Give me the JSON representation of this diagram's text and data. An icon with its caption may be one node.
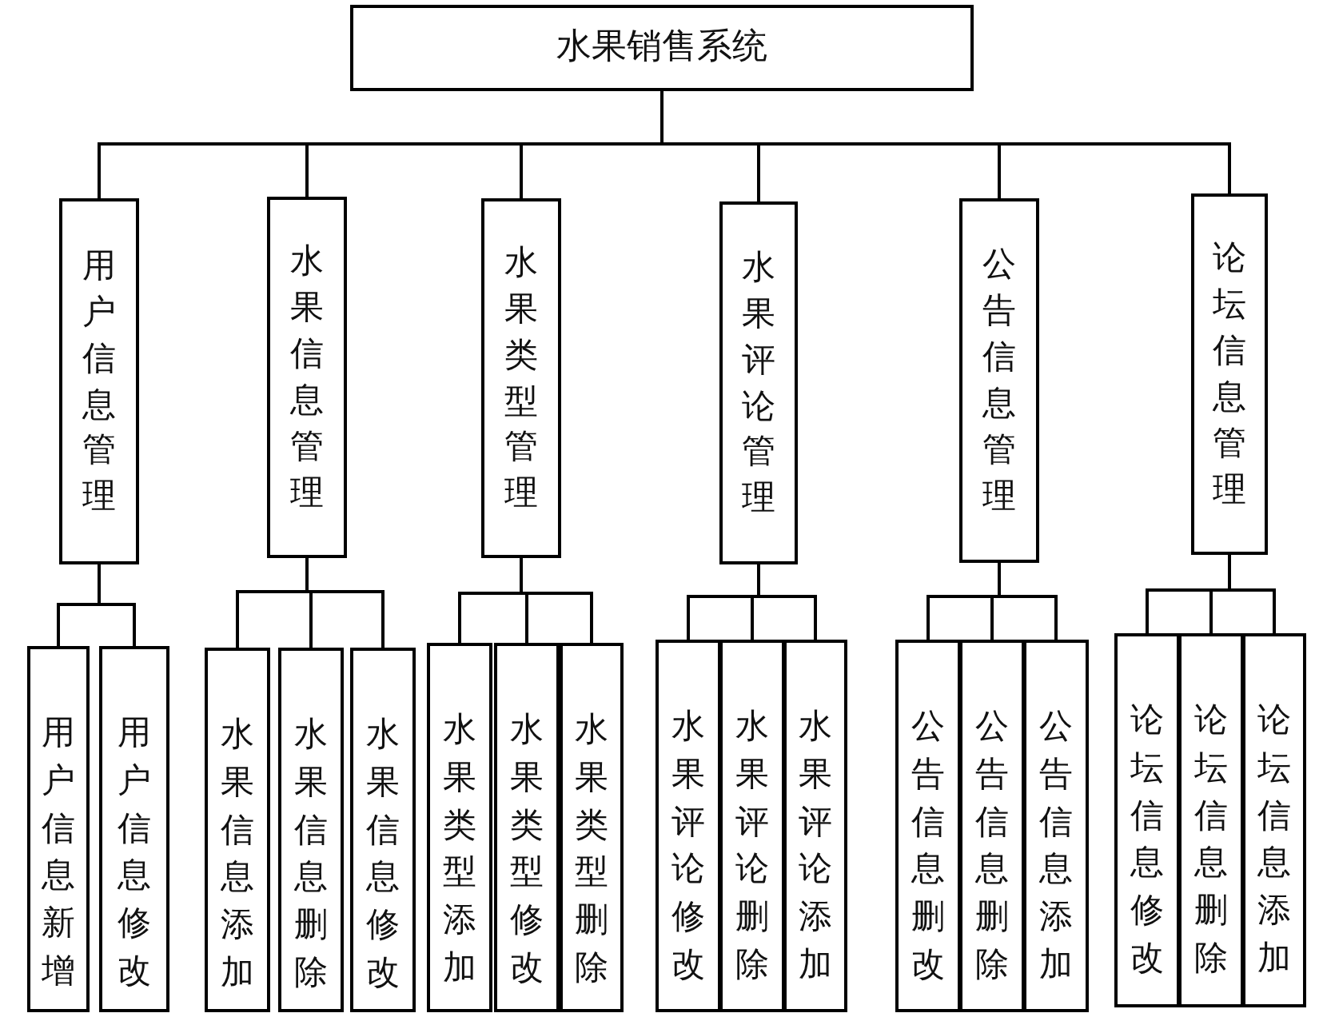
{
  "diagram": {
    "nodes": [
      {
        "text": [
          "水果销售系统"
        ]
      },
      {
        "text": [
          "用户信息管理"
        ]
      },
      {
        "text": [
          "水果信息管理"
        ]
      },
      {
        "text": [
          "水果类型管理"
        ]
      },
      {
        "text": [
          "水果评论管理"
        ]
      },
      {
        "text": [
          "公告信息管理"
        ]
      },
      {
        "text": [
          "论坛信息管理"
        ]
      },
      {
        "text": [
          "用户信息新增"
        ]
      },
      {
        "text": [
          "用户信息修改"
        ]
      },
      {
        "text": [
          "水果信息添加"
        ]
      },
      {
        "text": [
          "水果信息删除"
        ]
      },
      {
        "text": [
          "水果信息修改"
        ]
      },
      {
        "text": [
          "水果类型添加"
        ]
      },
      {
        "text": [
          "水果类型修改"
        ]
      },
      {
        "text": [
          "水果类型删除"
        ]
      },
      {
        "text": [
          "水果评论修改"
        ]
      },
      {
        "text": [
          "水果评论删除"
        ]
      },
      {
        "text": [
          "水果评论添加"
        ]
      },
      {
        "text": [
          "公告信息删改"
        ]
      },
      {
        "text": [
          "公告信息删除"
        ]
      },
      {
        "text": [
          "公告信息添加"
        ]
      },
      {
        "text": [
          "论坛信息修改"
        ]
      },
      {
        "text": [
          "论坛信息删除"
        ]
      },
      {
        "text": [
          "论坛信息添加"
        ]
      }
    ],
    "edges": [
      {
        "from": 0,
        "to": 1,
        "arrow": "none"
      },
      {
        "from": 0,
        "to": 2,
        "arrow": "none"
      },
      {
        "from": 0,
        "to": 3,
        "arrow": "none"
      },
      {
        "from": 0,
        "to": 4,
        "arrow": "none"
      },
      {
        "from": 0,
        "to": 5,
        "arrow": "none"
      },
      {
        "from": 0,
        "to": 6,
        "arrow": "none"
      },
      {
        "from": 1,
        "to": 7,
        "arrow": "none"
      },
      {
        "from": 1,
        "to": 8,
        "arrow": "none"
      },
      {
        "from": 2,
        "to": 9,
        "arrow": "none"
      },
      {
        "from": 2,
        "to": 10,
        "arrow": "none"
      },
      {
        "from": 2,
        "to": 11,
        "arrow": "none"
      },
      {
        "from": 3,
        "to": 12,
        "arrow": "none"
      },
      {
        "from": 3,
        "to": 13,
        "arrow": "none"
      },
      {
        "from": 3,
        "to": 14,
        "arrow": "none"
      },
      {
        "from": 4,
        "to": 15,
        "arrow": "none"
      },
      {
        "from": 4,
        "to": 16,
        "arrow": "none"
      },
      {
        "from": 4,
        "to": 17,
        "arrow": "none"
      },
      {
        "from": 5,
        "to": 18,
        "arrow": "none"
      },
      {
        "from": 5,
        "to": 19,
        "arrow": "none"
      },
      {
        "from": 5,
        "to": 20,
        "arrow": "none"
      },
      {
        "from": 6,
        "to": 21,
        "arrow": "none"
      },
      {
        "from": 6,
        "to": 22,
        "arrow": "none"
      },
      {
        "from": 6,
        "to": 23,
        "arrow": "none"
      }
    ]
  }
}
